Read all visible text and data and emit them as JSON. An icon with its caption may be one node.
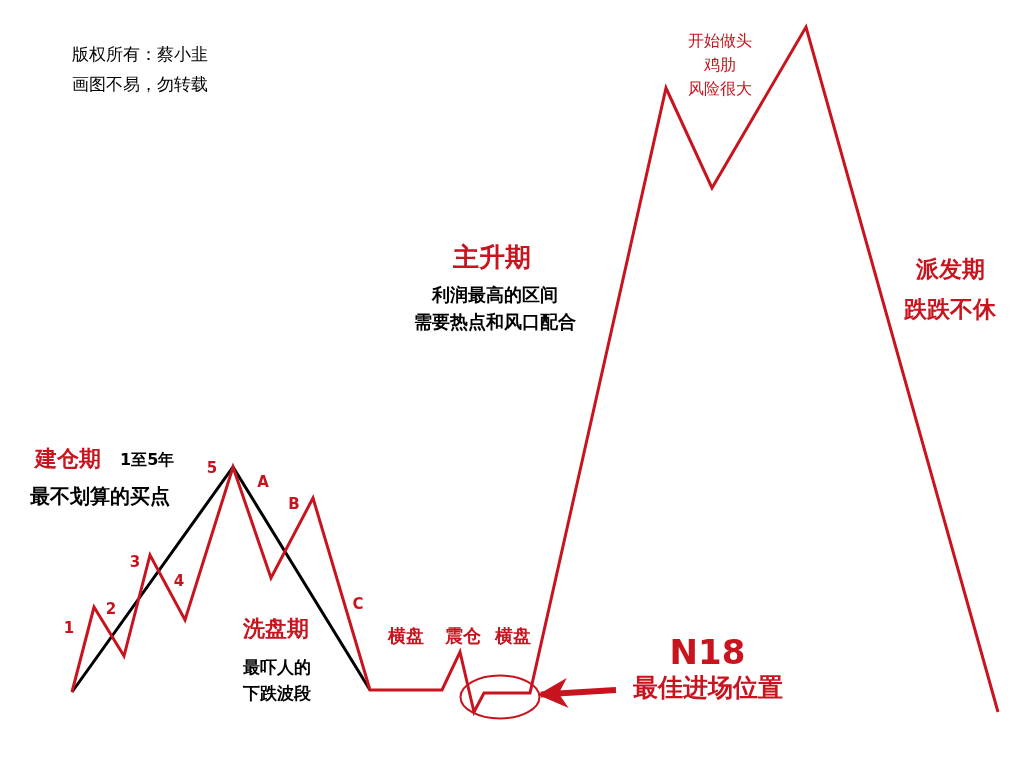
{
  "diagram": {
    "nodes": [
      {
        "text": [
          "N18",
          "最佳进场位置"
        ]
      },
      {
        "text": [],
        "shape": "circle"
      }
    ],
    "edges": [
      {
        "from": 0,
        "to": 1,
        "arrow": "to"
      }
    ],
    "labels": [
      "版权所有：蔡小韭",
      "画图不易，勿转载",
      "开始做头",
      "鸡肋",
      "风险很大",
      "主升期",
      "利润最高的区间",
      "需要热点和风口配合",
      "派发期",
      "跌跌不休",
      "建仓期",
      "1至5年",
      "5",
      "最不划算的买点",
      "A",
      "B",
      "3",
      "4",
      "1",
      "2",
      "C",
      "洗盘期",
      "横盘",
      "震仓",
      "横盘",
      "最吓人的",
      "下跌波段"
    ]
  }
}
